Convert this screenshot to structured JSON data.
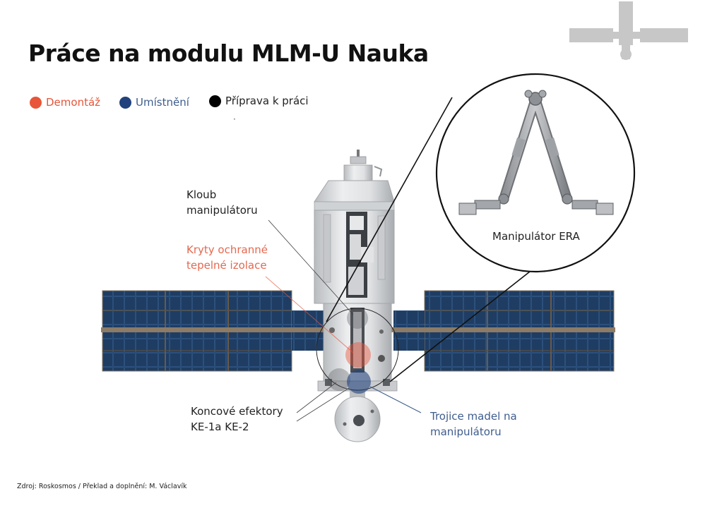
{
  "title": "Práce na modulu MLM-U Nauka",
  "legend": [
    {
      "label": "Demontáž",
      "color": "#e8553a"
    },
    {
      "label": "Umístnění",
      "color": "#21427c"
    },
    {
      "label": "Příprava k práci",
      "color": "#000000"
    }
  ],
  "legend_dot_text": "·",
  "labels": {
    "joint": [
      "Kloub",
      "manipulátoru"
    ],
    "covers": [
      "Kryty ochranné",
      "tepelné izolace"
    ],
    "effectors": [
      "Koncové efektory",
      "KE-1a KE-2"
    ],
    "mockups": [
      "Trojice madel na",
      "manipulátoru"
    ],
    "era": "Manipulátor ERA"
  },
  "colors": {
    "red": "#e8553a",
    "blue": "#21427c",
    "label_red": "#e4684f",
    "label_blue": "#3f5d8d",
    "panel": "#1d3a5e",
    "panel_frame": "#6a5a48",
    "module": "#d9dbdd"
  },
  "source": "Zdroj: Roskosmos / Překlad a doplnění: M. Václavík"
}
